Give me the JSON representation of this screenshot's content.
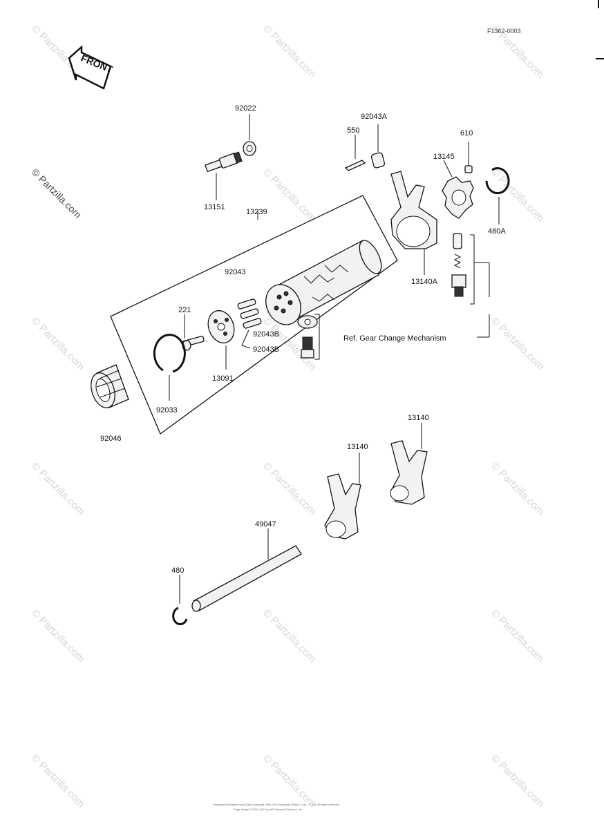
{
  "diagram_code": "F1362-0003",
  "front_label": "FRONT",
  "watermark": "© Partzilla.com",
  "parts": {
    "p92022": "92022",
    "p13151": "13151",
    "p13239": "13239",
    "p92043": "92043",
    "p550": "550",
    "p92043A": "92043A",
    "p610": "610",
    "p13145": "13145",
    "p480A": "480A",
    "p13140A": "13140A",
    "p221": "221",
    "p92043B_1": "92043B",
    "p92043B_2": "92043B",
    "p13091": "13091",
    "p92033": "92033",
    "p92046": "92046",
    "p13140_left": "13140",
    "p13140_right": "13140",
    "p49047": "49047",
    "p480": "480"
  },
  "reference_note": "Ref. Gear Change Mechanism",
  "footer": [
    "Kawasaki Illustrations and Data Copyright 1966-2011 Kawasaki Motors Corp., U.S.A. All rights reserved.",
    "Page design © 2004-2011 by ARI Network Services, Inc."
  ]
}
